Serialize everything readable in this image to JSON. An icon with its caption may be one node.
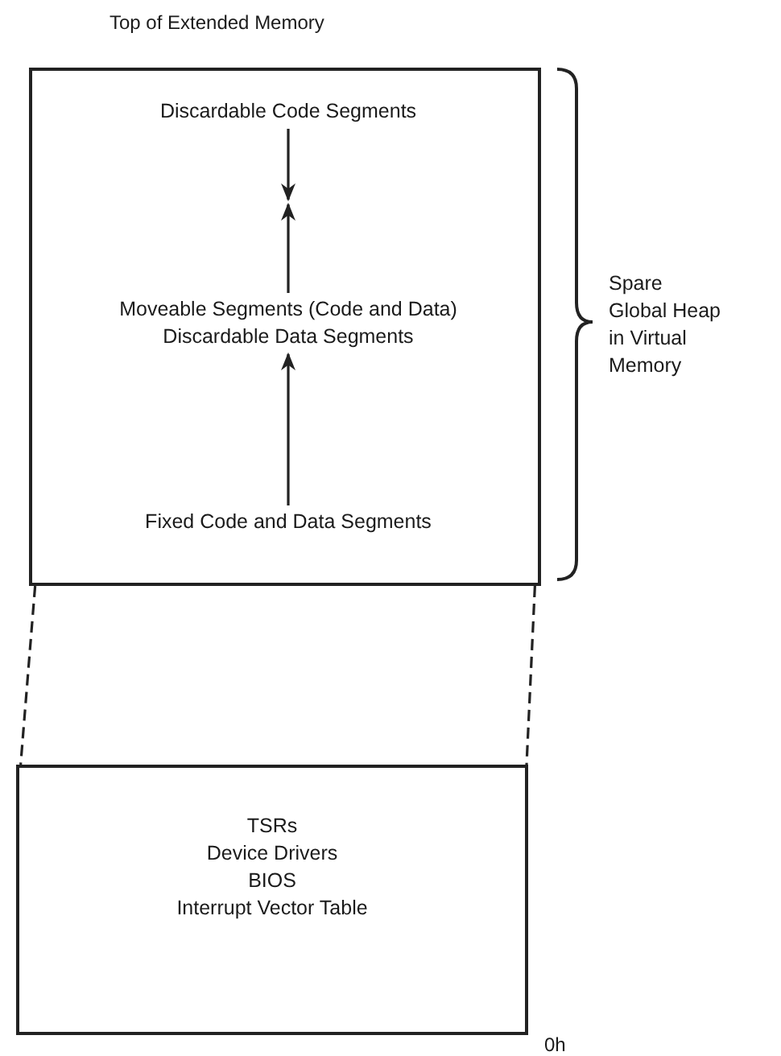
{
  "diagram": {
    "nodes": [
      {
        "text": [],
        "shape": "box",
        "beside": [
          "Spare Global Heap in Virtual Memory"
        ]
      },
      {
        "text": [
          "Discardable Code Segments"
        ],
        "in": 0
      },
      {
        "text": [
          "Moveable Segments (Code and Data)",
          "Discardable Data Segments"
        ],
        "in": 0
      },
      {
        "text": [
          "Fixed Code and Data Segments"
        ],
        "in": 0
      },
      {
        "text": [
          "TSRs",
          "Device Drivers",
          "BIOS",
          "Interrupt Vector Table"
        ]
      }
    ],
    "edges": [
      {
        "from": 1,
        "to": null,
        "arrow": "to"
      },
      {
        "from": 2,
        "to": null,
        "arrow": "to"
      },
      {
        "from": 3,
        "to": 2,
        "arrow": "to"
      },
      {
        "from": 0,
        "to": 4,
        "arrow": "none",
        "style": "dashed"
      },
      {
        "from": 0,
        "to": 4,
        "arrow": "none",
        "style": "dashed"
      }
    ],
    "labels": [
      "Top of Extended Memory",
      "0h"
    ]
  }
}
